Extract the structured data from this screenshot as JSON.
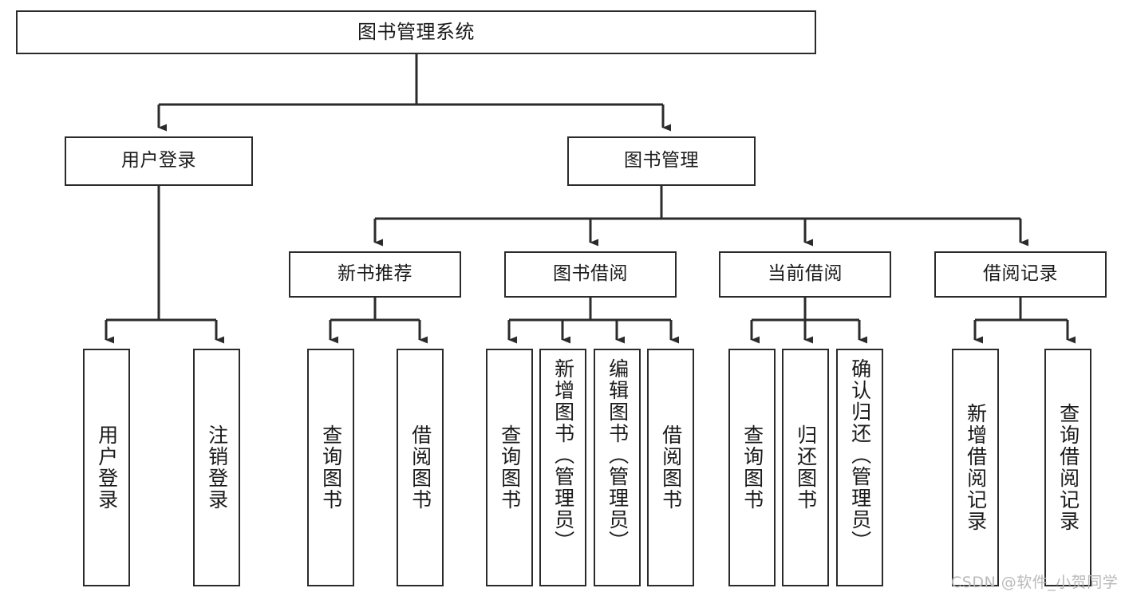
{
  "diagram": {
    "type": "tree",
    "title": "图书管理系统",
    "orientation": "top-down",
    "colors": {
      "box_border": "#2b2b2b",
      "box_fill": "#ffffff",
      "line": "#2b2b2b",
      "text": "#1a1a1a",
      "watermark": "#b9b9b9",
      "background": "#ffffff"
    },
    "root": {
      "label": "图书管理系统"
    },
    "level2": [
      {
        "label": "用户登录"
      },
      {
        "label": "图书管理"
      }
    ],
    "level3": [
      {
        "label": "新书推荐"
      },
      {
        "label": "图书借阅"
      },
      {
        "label": "当前借阅"
      },
      {
        "label": "借阅记录"
      }
    ],
    "leaves": {
      "user_login": [
        {
          "label": "用户登录"
        },
        {
          "label": "注销登录"
        }
      ],
      "new_book_recommend": [
        {
          "label": "查询图书"
        },
        {
          "label": "借阅图书"
        }
      ],
      "book_borrow": [
        {
          "label": "查询图书"
        },
        {
          "label": "新增图书（管理员）"
        },
        {
          "label": "编辑图书（管理员）"
        },
        {
          "label": "借阅图书"
        }
      ],
      "current_borrow": [
        {
          "label": "查询图书"
        },
        {
          "label": "归还图书"
        },
        {
          "label": "确认归还（管理员）"
        }
      ],
      "borrow_record": [
        {
          "label": "新增借阅记录"
        },
        {
          "label": "查询借阅记录"
        }
      ]
    }
  },
  "watermark": {
    "text": "CSDN @软件_小贺同学"
  }
}
